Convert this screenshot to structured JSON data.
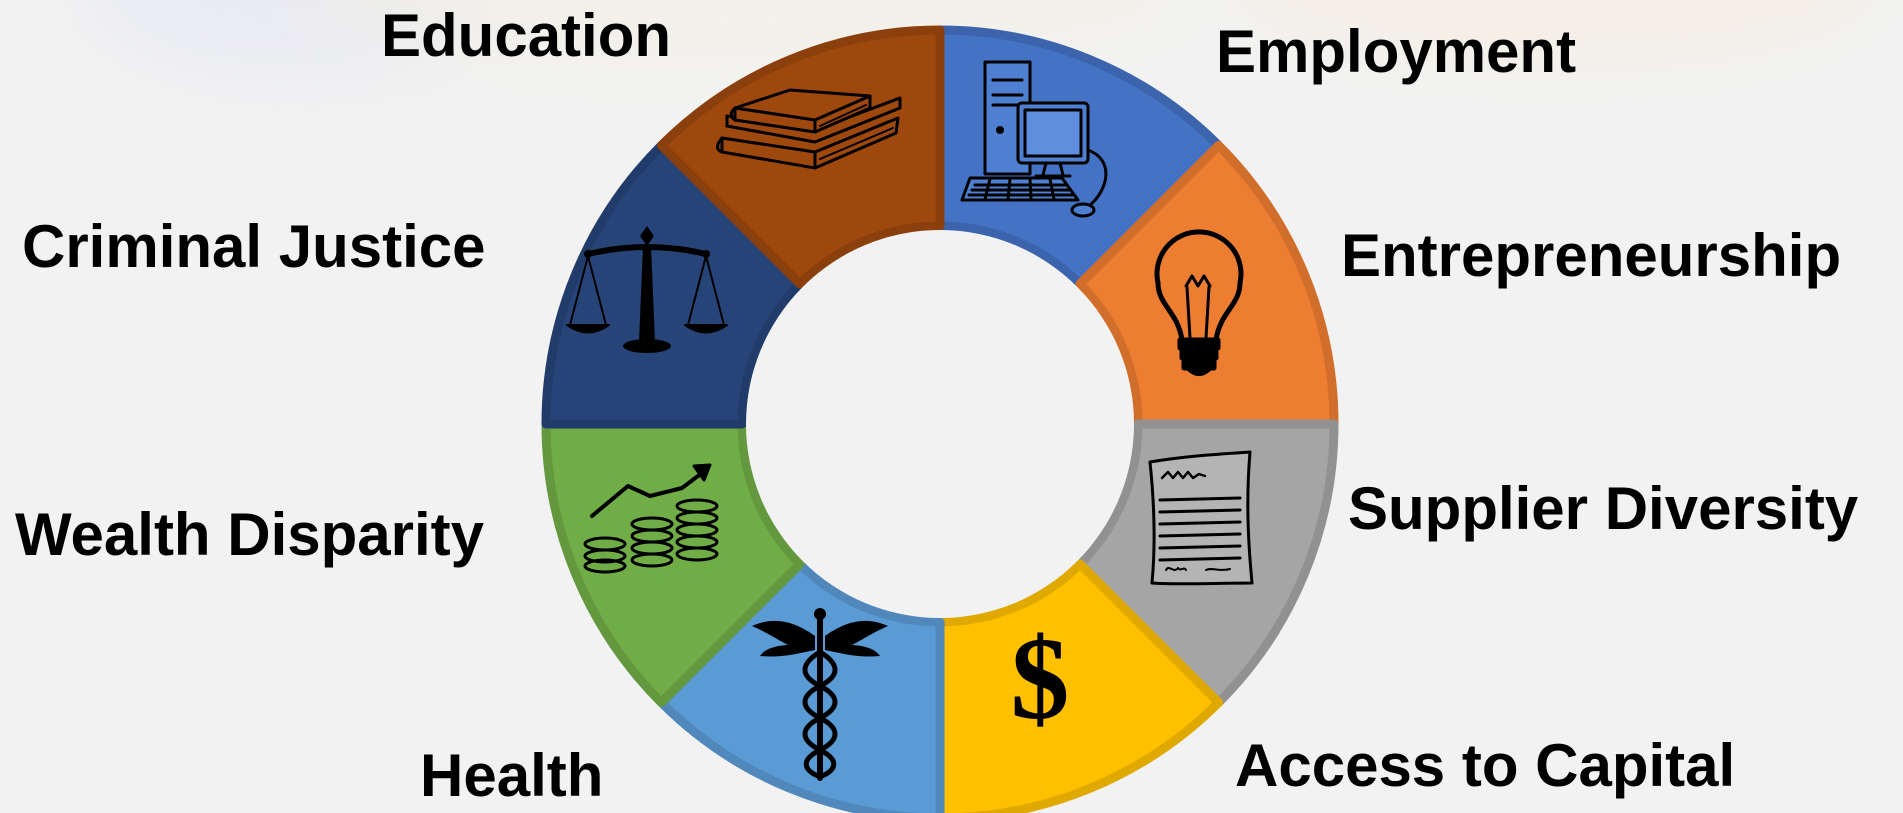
{
  "diagram": {
    "segments": [
      {
        "id": "employment",
        "label": "Employment",
        "color": "#4472c4",
        "icon": "computer-icon"
      },
      {
        "id": "entrepreneurship",
        "label": "Entrepreneurship",
        "color": "#ed7d31",
        "icon": "lightbulb-icon"
      },
      {
        "id": "supplier-diversity",
        "label": "Supplier Diversity",
        "color": "#a5a5a5",
        "icon": "document-icon"
      },
      {
        "id": "access-to-capital",
        "label": "Access to Capital",
        "color": "#ffc000",
        "icon": "dollar-sign-icon"
      },
      {
        "id": "health",
        "label": "Health",
        "color": "#5b9bd5",
        "icon": "caduceus-icon"
      },
      {
        "id": "wealth-disparity",
        "label": "Wealth Disparity",
        "color": "#70ad47",
        "icon": "coins-growth-icon"
      },
      {
        "id": "criminal-justice",
        "label": "Criminal Justice",
        "color": "#264478",
        "icon": "scales-of-justice-icon"
      },
      {
        "id": "education",
        "label": "Education",
        "color": "#9e480e",
        "icon": "books-icon"
      }
    ],
    "dollar_glyph": "$"
  }
}
